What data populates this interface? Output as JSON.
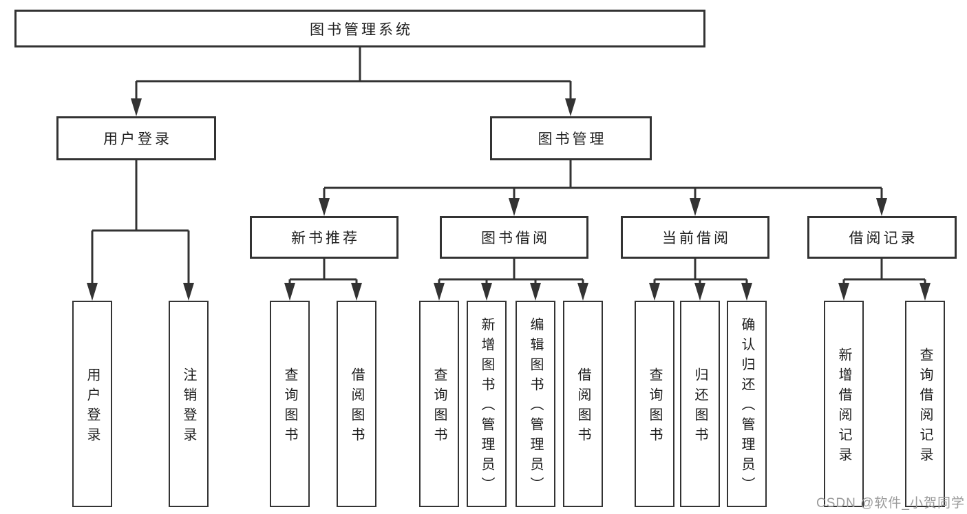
{
  "diagram_title": "图书管理系统",
  "tree": {
    "label": "图书管理系统",
    "children": [
      {
        "label": "用户登录",
        "children": [
          {
            "label": "用户登录"
          },
          {
            "label": "注销登录"
          }
        ]
      },
      {
        "label": "图书管理",
        "children": [
          {
            "label": "新书推荐",
            "children": [
              {
                "label": "查询图书"
              },
              {
                "label": "借阅图书"
              }
            ]
          },
          {
            "label": "图书借阅",
            "children": [
              {
                "label": "查询图书"
              },
              {
                "label": "新增图书（管理员）"
              },
              {
                "label": "编辑图书（管理员）"
              },
              {
                "label": "借阅图书"
              }
            ]
          },
          {
            "label": "当前借阅",
            "children": [
              {
                "label": "查询图书"
              },
              {
                "label": "归还图书"
              },
              {
                "label": "确认归还（管理员）"
              }
            ]
          },
          {
            "label": "借阅记录",
            "children": [
              {
                "label": "新增借阅记录"
              },
              {
                "label": "查询借阅记录"
              }
            ]
          }
        ]
      }
    ]
  },
  "watermark": {
    "text": "CSDN @软件_小贺同学"
  },
  "colors": {
    "background": "#ffffff",
    "box_border": "#333333",
    "connector_line": "#333333",
    "text": "#1f1f1f",
    "watermark_text": "#9a9a9a"
  }
}
